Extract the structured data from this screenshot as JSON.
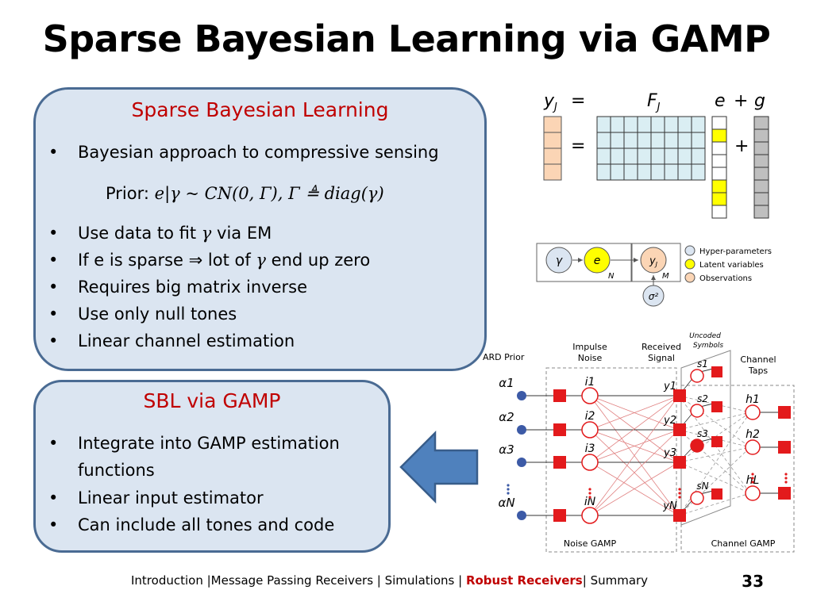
{
  "slide": {
    "title": "Sparse Bayesian Learning via GAMP",
    "page_number": "33"
  },
  "sbl_box": {
    "heading": "Sparse Bayesian Learning",
    "bullet1": "Bayesian approach to compressive sensing",
    "prior_label": "Prior:",
    "prior_formula": "e|γ ~ CN(0, Γ), Γ ≜ diag(γ)",
    "bullet2_a": "Use data to fit",
    "bullet2_sym": "γ",
    "bullet2_b": "via EM",
    "bullet3_a": "If e is sparse ⇒ lot of",
    "bullet3_sym": "γ",
    "bullet3_b": "end up zero",
    "bullet4": "Requires big matrix inverse",
    "bullet5": "Use only null tones",
    "bullet6": "Linear channel estimation"
  },
  "gamp_box": {
    "heading": "SBL via GAMP",
    "bullet1_line1": "Integrate into GAMP estimation",
    "bullet1_line2": "functions",
    "bullet2": "Linear input estimator",
    "bullet3": "Can include all tones and code"
  },
  "bullet_char": "•",
  "footer": {
    "part1": "Introduction |Message Passing Receivers | Simulations | ",
    "highlight": "Robust Receivers",
    "part2": "| Summary"
  },
  "matrix_fig": {
    "y_label": "y_J",
    "eq1": "=",
    "f_label": "F_J",
    "e_label": "e",
    "plus1": "+",
    "g_label": "g",
    "eq2": "=",
    "plus2": "+"
  },
  "graph_model": {
    "gamma": "γ",
    "e": "e",
    "y": "y_J",
    "sigma": "σ²",
    "plate_n": "N",
    "plate_m": "M",
    "legend": [
      "Hyper-parameters",
      "Latent variables",
      "Observations"
    ]
  },
  "factor_graph": {
    "ard_prior": "ARD Prior",
    "impulse_noise": [
      "Impulse",
      "Noise"
    ],
    "received_signal": [
      "Received",
      "Signal"
    ],
    "uncoded_symbols": [
      "Uncoded",
      "Symbols"
    ],
    "channel_taps": [
      "Channel",
      "Taps"
    ],
    "alpha": [
      "α1",
      "α2",
      "α3",
      "αN"
    ],
    "i_nodes": [
      "i1",
      "i2",
      "i3",
      "iN"
    ],
    "y_nodes": [
      "y1",
      "y2",
      "y3",
      "yN"
    ],
    "s_nodes": [
      "s1",
      "s2",
      "s3",
      "sN"
    ],
    "h_nodes": [
      "h1",
      "h2",
      "hL"
    ],
    "noise_gamp": "Noise GAMP",
    "channel_gamp": "Channel GAMP"
  },
  "colors": {
    "box_fill": "#dbe5f1",
    "box_border": "#4a6b93",
    "heading_red": "#c00000",
    "arrow_blue": "#4f81bd",
    "factor_red": "#e31a1c",
    "alpha_blue": "#3c5aa6",
    "obs_orange": "#fbd5b5",
    "matrix_cyan": "#daeef3",
    "latent_yellow": "#ffff00",
    "g_gray": "#bfbfbf"
  },
  "icons": [
    "left-arrow-icon"
  ]
}
